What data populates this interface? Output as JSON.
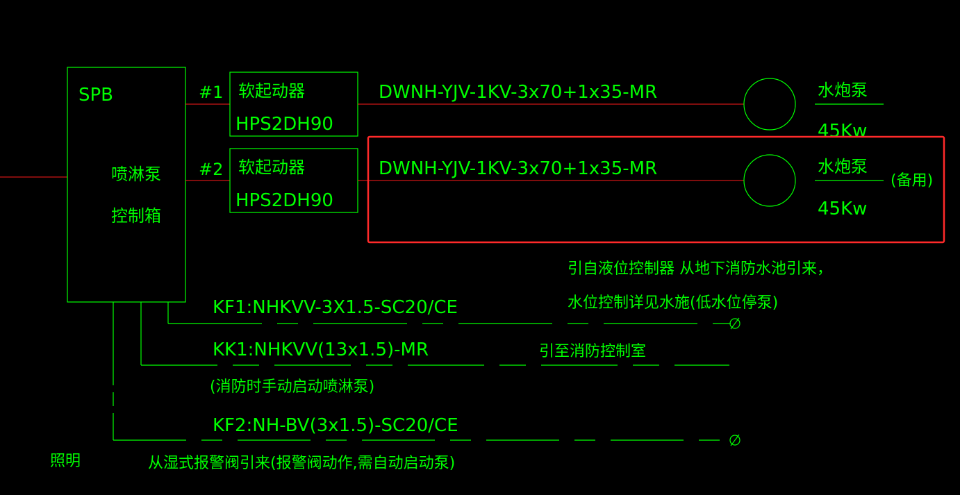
{
  "diagram": {
    "panel": {
      "id": "SPB",
      "name_line1": "喷淋泵",
      "name_line2": "控制箱"
    },
    "circuits": [
      {
        "num": "#1",
        "starter_line1": "软起动器",
        "starter_line2": "HPS2DH90",
        "cable": "DWNH-YJV-1KV-3x70+1x35-MR",
        "load_name": "水炮泵",
        "power": "45Kw"
      },
      {
        "num": "#2",
        "starter_line1": "软起动器",
        "starter_line2": "HPS2DH90",
        "cable": "DWNH-YJV-1KV-3x70+1x35-MR",
        "load_name": "水炮泵",
        "power": "45Kw",
        "note": "(备用)"
      }
    ],
    "controls": [
      {
        "cable": "KF1:NHKVV-3X1.5-SC20/CE",
        "note_line1": "引自液位控制器   从地下消防水池引来，",
        "note_line2": "水位控制详见水施(低水位停泵)"
      },
      {
        "cable": "KK1:NHKVV(13x1.5)-MR",
        "note_line1": "引至消防控制室",
        "sub_note": "(消防时手动启动喷淋泵)"
      },
      {
        "cable": "KF2:NH-BV(3x1.5)-SC20/CE",
        "note_line1": "从湿式报警阀引来(报警阀动作,需自动启动泵)"
      }
    ],
    "lighting_label": "照明",
    "colors": {
      "line": "#00ff00",
      "power_line": "#ff1a1a",
      "highlight": "#ff2a2a",
      "background": "#000000"
    }
  }
}
